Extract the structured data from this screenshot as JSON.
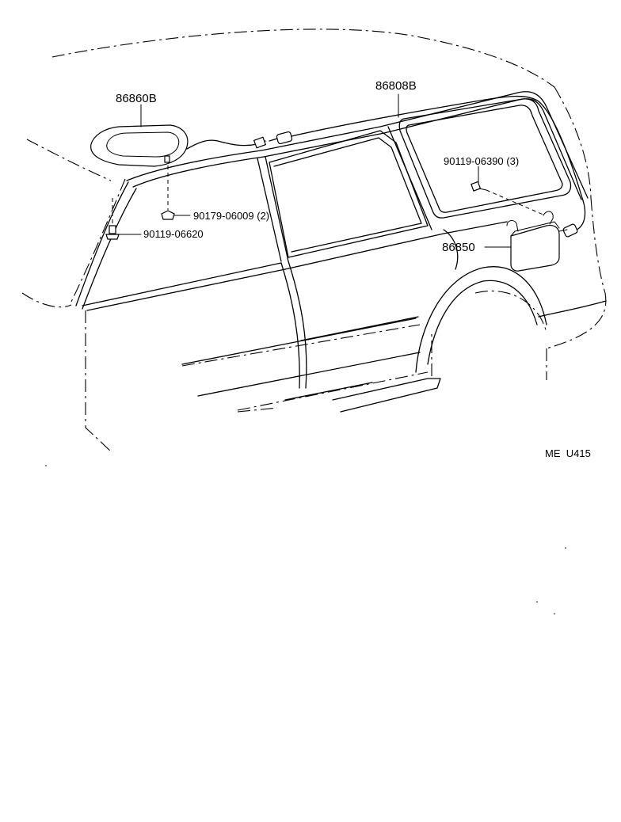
{
  "diagram": {
    "parts": {
      "antenna_pad": "86860B",
      "antenna_cord": "86808B",
      "amplifier": "86850",
      "screw_upper_right": "90119-06390 (3)",
      "nut_pillar": "90179-06009 (2)",
      "screw_pillar": "90119-06620"
    },
    "reference_code": "ME  U415"
  }
}
